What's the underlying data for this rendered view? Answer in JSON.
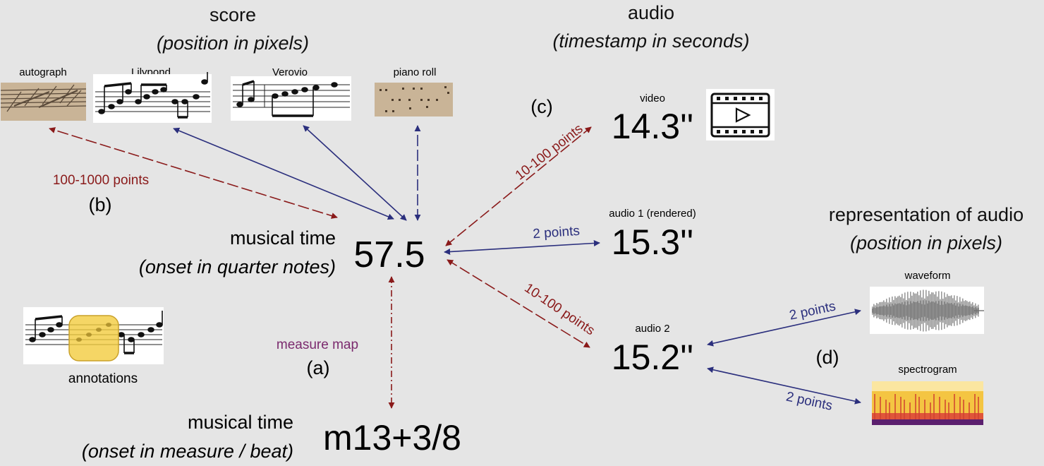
{
  "headings": {
    "score": "score",
    "score_sub": "(position in pixels)",
    "audio": "audio",
    "audio_sub": "(timestamp in seconds)",
    "repr": "representation of audio",
    "repr_sub": "(position in pixels)"
  },
  "score_items": {
    "autograph": "autograph",
    "lilypond": "Lilypond",
    "verovio": "Verovio",
    "piano_roll": "piano roll",
    "annotations": "annotations"
  },
  "center": {
    "value": "57.5",
    "label": "musical time",
    "sub": "(onset in quarter notes)"
  },
  "measure": {
    "value": "m13+3/8",
    "label": "musical time",
    "sub": "(onset in measure / beat)",
    "map_label": "measure map",
    "tag": "(a)"
  },
  "links": {
    "autograph_points": "100-1000 points",
    "autograph_tag": "(b)",
    "video_points": "10-100 points",
    "video_tag": "(c)",
    "audio1_points": "2 points",
    "audio2_points": "10-100 points",
    "waveform_points": "2 points",
    "spectrogram_points": "2 points",
    "repr_tag": "(d)"
  },
  "media": {
    "video_label": "video",
    "video_value": "14.3''",
    "audio1_label": "audio 1 (rendered)",
    "audio1_value": "15.3''",
    "audio2_label": "audio 2",
    "audio2_value": "15.2''",
    "waveform_label": "waveform",
    "spectrogram_label": "spectrogram"
  },
  "colors": {
    "blue": "#2b2f7d",
    "red": "#8a1a1a",
    "purple": "#7b2a6e",
    "background": "#e5e5e5"
  },
  "icons": [
    "film-icon",
    "play-icon"
  ]
}
